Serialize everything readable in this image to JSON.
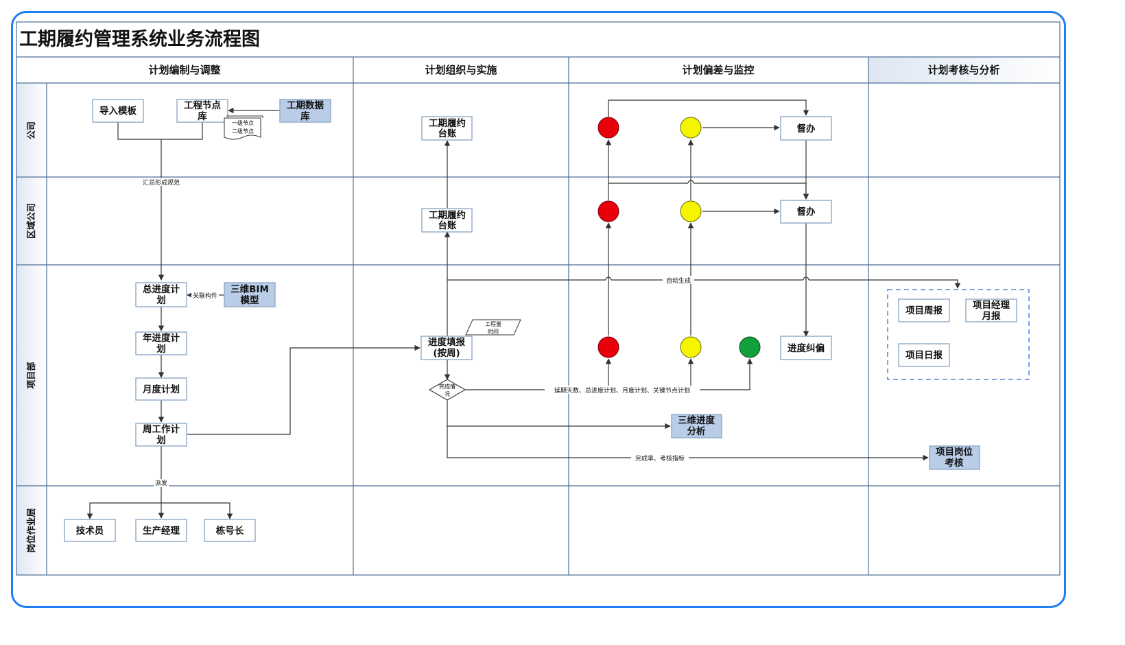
{
  "title": "工期履约管理系统业务流程图",
  "columns": [
    "计划编制与调整",
    "计划组织与实施",
    "计划偏差与监控",
    "计划考核与分析"
  ],
  "lanes": [
    "公司",
    "区域公司",
    "项目部",
    "岗位作业层"
  ],
  "nodes": {
    "import_template": "导入模板",
    "node_lib_1": "工程节点",
    "node_lib_2": "库",
    "data_lib_1": "工期数据",
    "data_lib_2": "库",
    "doc_l1": "一级节点",
    "doc_l2": "二级节点",
    "ledger_1": "工期履约",
    "ledger_2": "台账",
    "supervise": "督办",
    "master_plan_1": "总进度计",
    "master_plan_2": "划",
    "bim_1": "三维BIM",
    "bim_2": "模型",
    "year_plan_1": "年进度计",
    "year_plan_2": "划",
    "month_plan": "月度计划",
    "week_plan_1": "周工作计",
    "week_plan_2": "划",
    "progress_report_1": "进度填报",
    "progress_report_2": "(按周)",
    "work_time_1": "工程量",
    "work_time_2": "时间",
    "complete_1": "完成情",
    "complete_2": "况",
    "progress_correct": "进度纠偏",
    "analysis_1": "三维进度",
    "analysis_2": "分析",
    "weekly_report": "项目周报",
    "pm_monthly_1": "项目经理",
    "pm_monthly_2": "月报",
    "daily_report": "项目日报",
    "post_assess_1": "项目岗位",
    "post_assess_2": "考核",
    "technician": "技术员",
    "production_manager": "生产经理",
    "building_leader": "栋号长"
  },
  "edge_labels": {
    "summary": "汇总形成规范",
    "link_component": "关联构件",
    "auto_generate": "自动生成",
    "delay_metrics": "延期天数、总进度计划、月度计划、关键节点计划",
    "completion_rate": "完成率、考核指标",
    "distribute": "派发"
  },
  "colors": {
    "red": "#e8000b",
    "yellow": "#f5f500",
    "green": "#12a03c",
    "border": "#1e7ef2",
    "box_fill_blue": "#b9cde8"
  }
}
